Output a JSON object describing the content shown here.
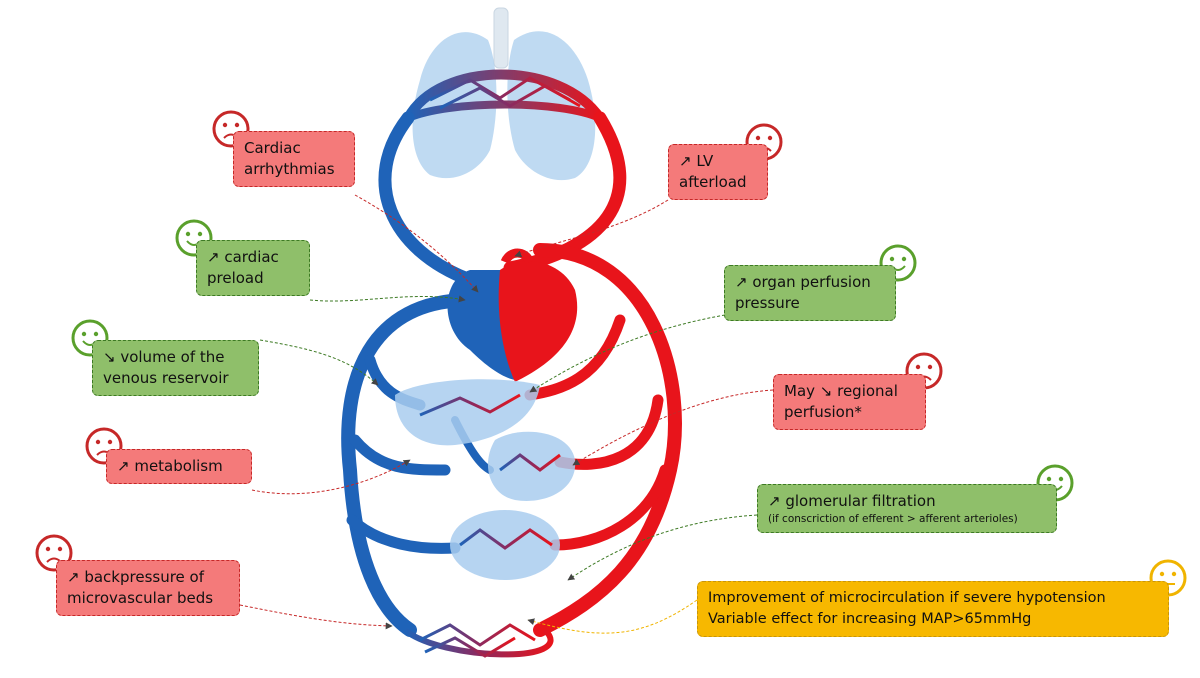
{
  "labels": {
    "cardiac_arrhythmias": {
      "lines": [
        "Cardiac",
        "arrhythmias"
      ],
      "mood": "sad"
    },
    "lv_afterload": {
      "lines": [
        "↗ LV",
        "afterload"
      ],
      "mood": "sad"
    },
    "cardiac_preload": {
      "lines": [
        "↗ cardiac",
        "preload"
      ],
      "mood": "happy"
    },
    "organ_perfusion": {
      "lines": [
        "↗ organ perfusion",
        "pressure"
      ],
      "mood": "happy"
    },
    "venous_reservoir": {
      "lines": [
        "↘ volume of the",
        "venous reservoir"
      ],
      "mood": "happy"
    },
    "regional_perfusion": {
      "lines": [
        "May ↘ regional",
        "perfusion*"
      ],
      "mood": "sad"
    },
    "metabolism": {
      "lines": [
        "↗ metabolism"
      ],
      "mood": "sad"
    },
    "glomerular_filtration": {
      "lines": [
        "↗ glomerular filtration"
      ],
      "sub": "(if conscriction of efferent > afferent arterioles)",
      "mood": "happy"
    },
    "backpressure": {
      "lines": [
        "↗ backpressure of",
        "microvascular beds"
      ],
      "mood": "sad"
    },
    "microcirculation": {
      "lines": [
        "Improvement of microcirculation if severe hypotension",
        "Variable effect for increasing MAP>65mmHg"
      ],
      "mood": "neutral"
    }
  },
  "colors": {
    "arterial": "#e8141b",
    "venous": "#1f63b8",
    "organ": "#a9cdee",
    "sad_face": "#c62828",
    "happy_face": "#5aa02c",
    "neutral_face": "#f0b400"
  }
}
